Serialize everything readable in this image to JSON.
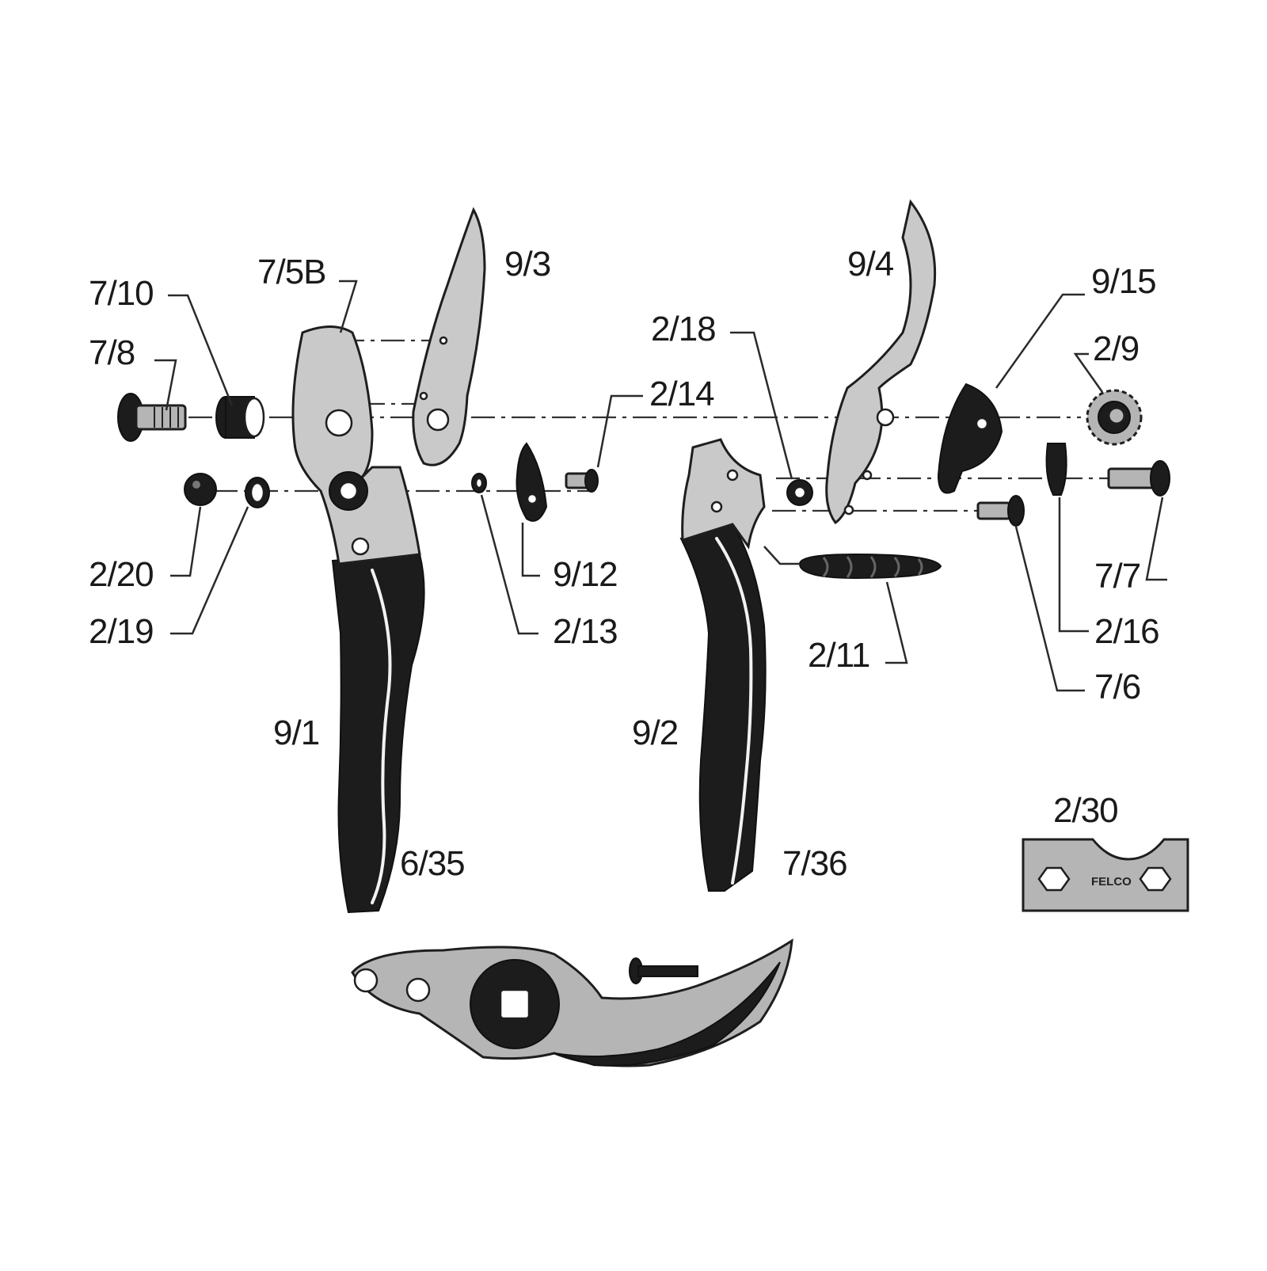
{
  "parts": {
    "p_9_3": "9/3",
    "p_7_5B": "7/5B",
    "p_7_10": "7/10",
    "p_7_8": "7/8",
    "p_2_20": "2/20",
    "p_2_19": "2/19",
    "p_9_12": "9/12",
    "p_2_13": "2/13",
    "p_2_14": "2/14",
    "p_9_1": "9/1",
    "p_6_35": "6/35",
    "p_9_4": "9/4",
    "p_2_18": "2/18",
    "p_9_15": "9/15",
    "p_2_9": "2/9",
    "p_7_7": "7/7",
    "p_2_16": "2/16",
    "p_7_6": "7/6",
    "p_2_11": "2/11",
    "p_9_2": "9/2",
    "p_7_36": "7/36",
    "p_2_30": "2/30"
  },
  "key_logo": "FELCO"
}
